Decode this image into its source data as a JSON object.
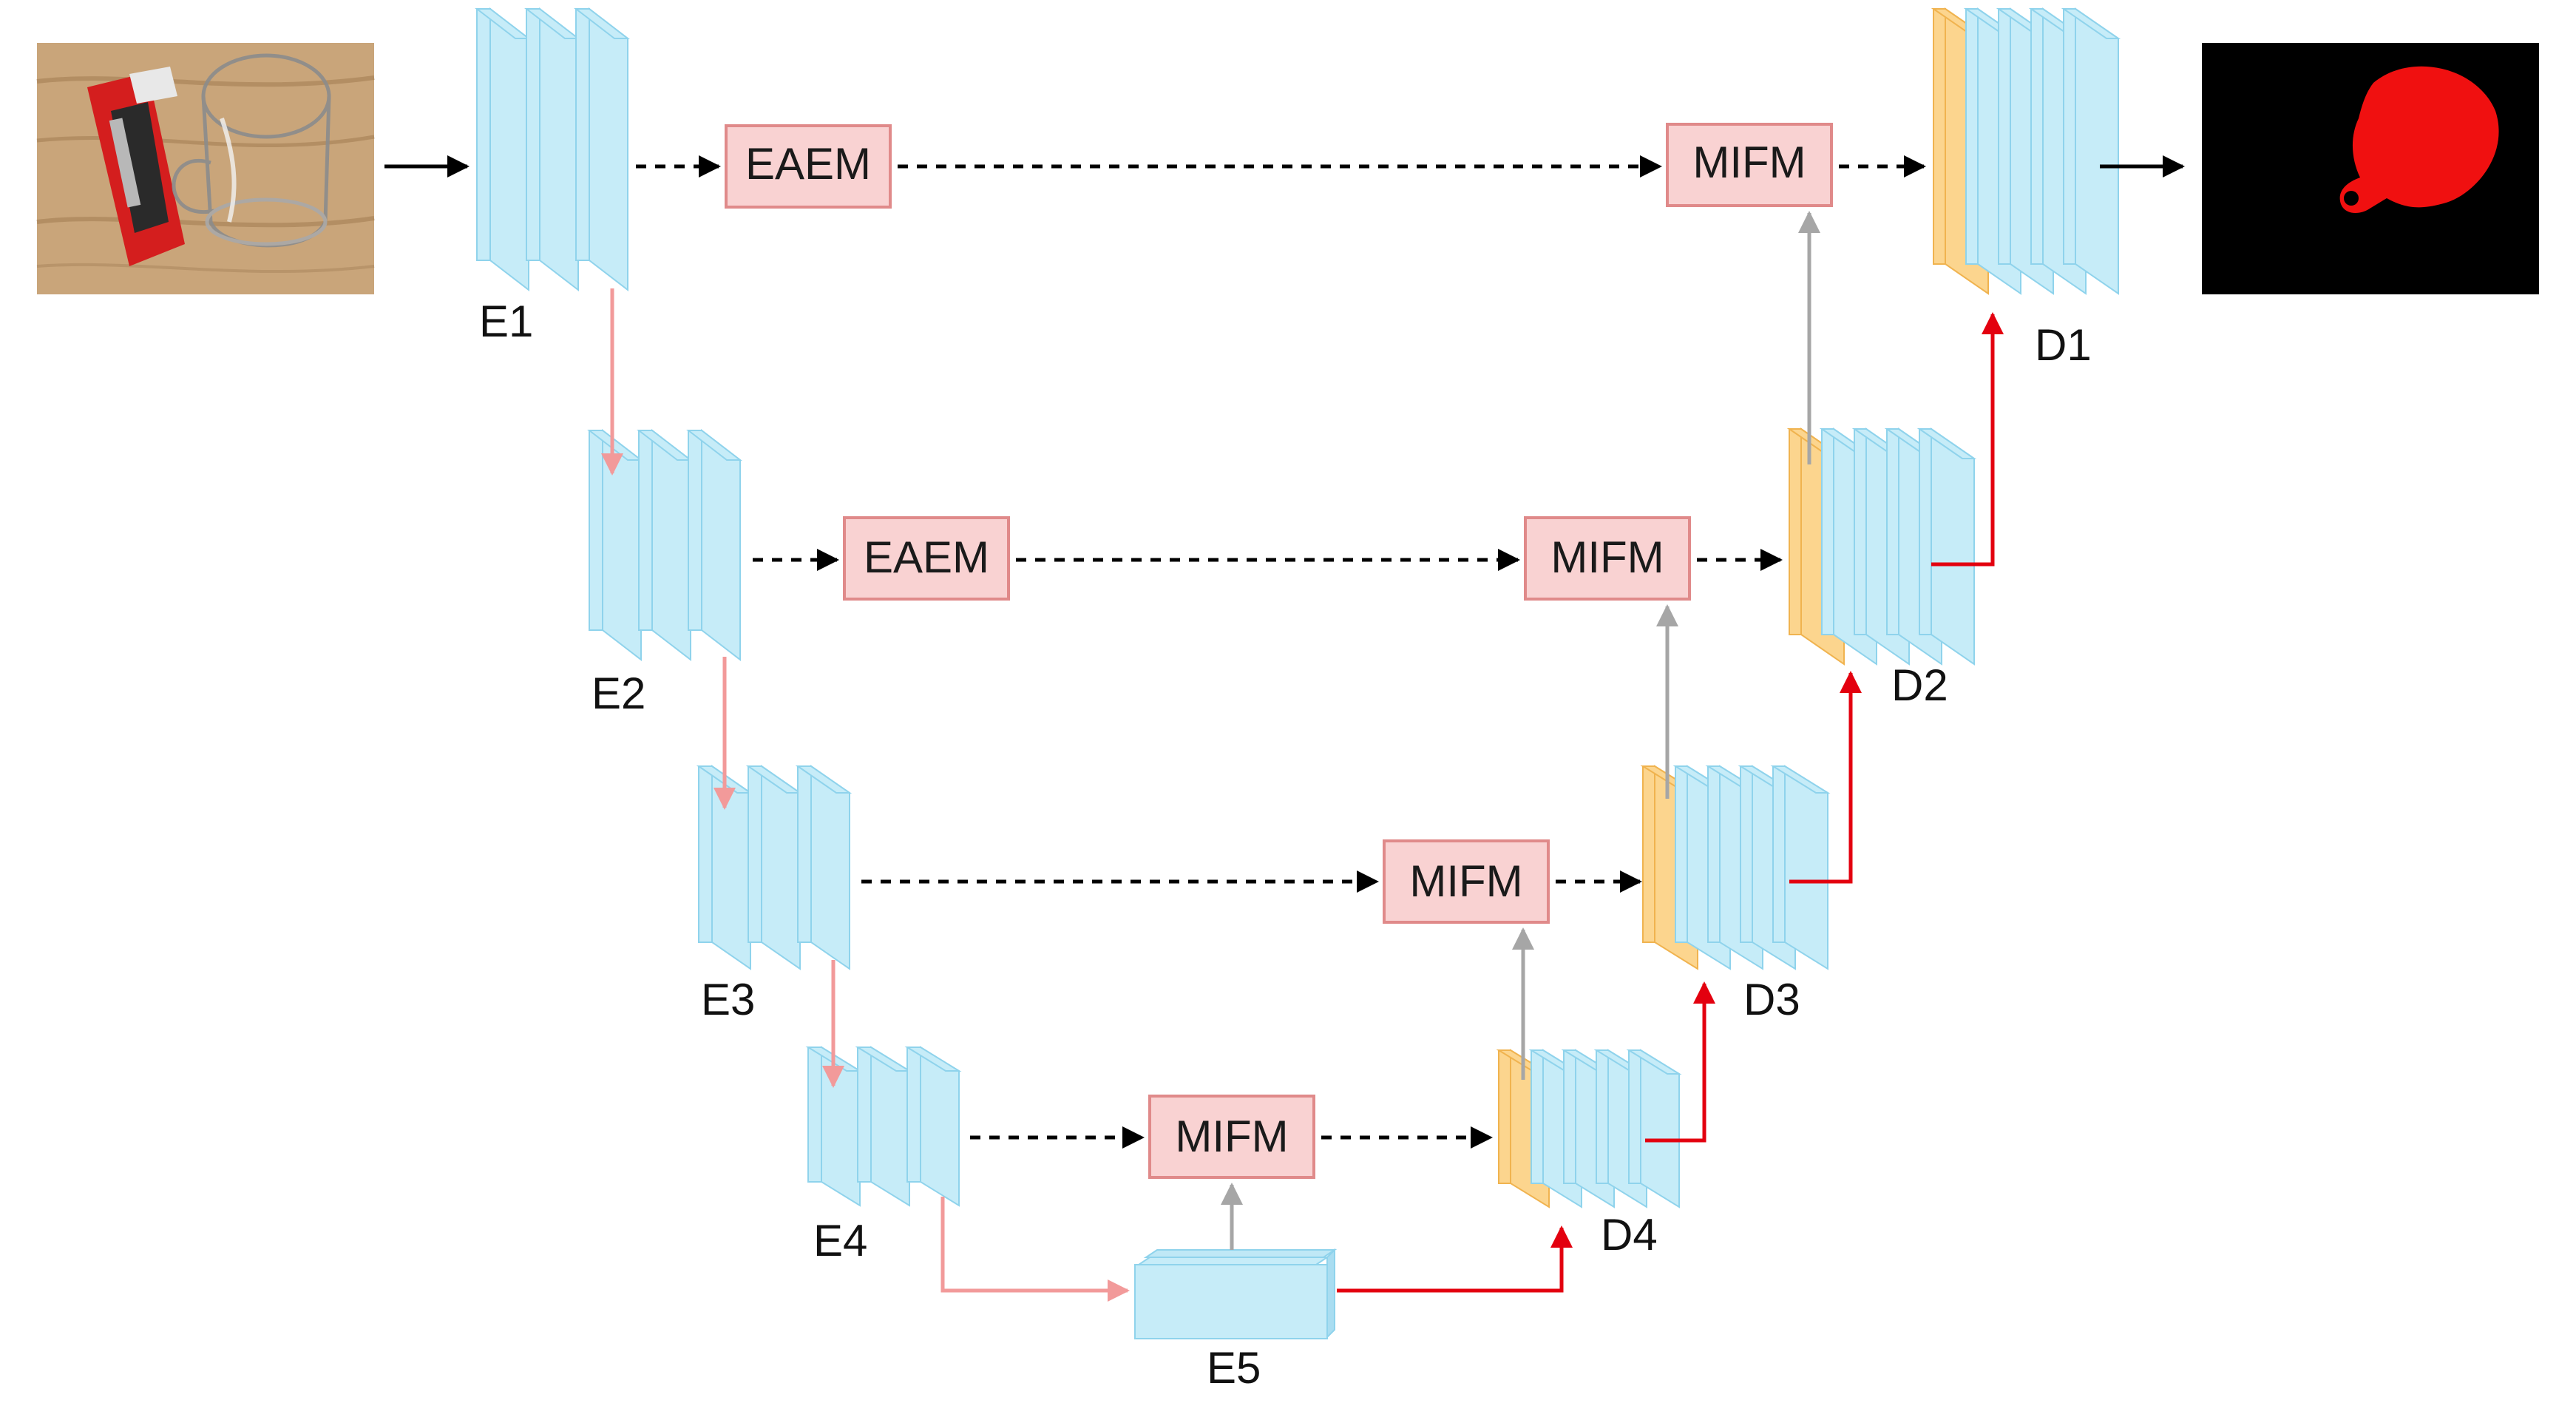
{
  "nodes": {
    "encoders": {
      "e1": "E1",
      "e2": "E2",
      "e3": "E3",
      "e4": "E4",
      "e5": "E5"
    },
    "decoders": {
      "d1": "D1",
      "d2": "D2",
      "d3": "D3",
      "d4": "D4"
    },
    "modules": {
      "eaem_1": "EAEM",
      "eaem_2": "EAEM",
      "mifm_1": "MIFM",
      "mifm_2": "MIFM",
      "mifm_3": "MIFM",
      "mifm_4": "MIFM"
    }
  },
  "colors": {
    "encoder_fill": "#C6ECF8",
    "encoder_stroke": "#8FD3EC",
    "decoder_skip_fill": "#FCD58E",
    "decoder_skip_stroke": "#F0B34F",
    "module_fill": "#F9D2D2",
    "module_stroke": "#E08A8A",
    "downsample_arrow": "#F29A9A",
    "upsample_arrow": "#E3000F",
    "fusion_arrow": "#A6A6A6",
    "skip_arrow": "#000000",
    "mask_background": "#000000",
    "mask_object": "#F01010"
  },
  "images": {
    "input": "input-photo",
    "output": "segmentation-mask"
  }
}
